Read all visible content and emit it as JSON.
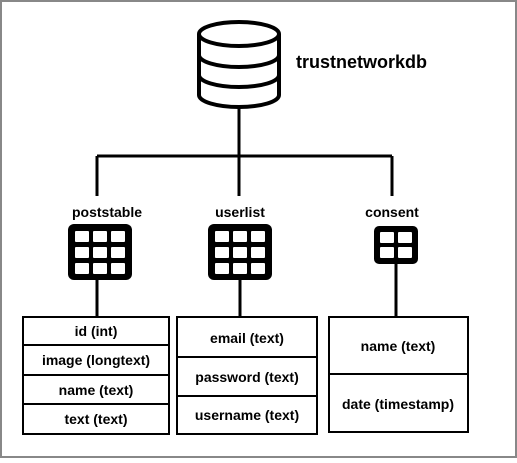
{
  "database": {
    "name": "trustnetworkdb",
    "icon": "database-cylinder-icon"
  },
  "tables": [
    {
      "name": "poststable",
      "icon": "table-grid-icon",
      "columns": [
        "id (int)",
        "image (longtext)",
        "name (text)",
        "text (text)"
      ]
    },
    {
      "name": "userlist",
      "icon": "table-grid-icon",
      "columns": [
        "email (text)",
        "password (text)",
        "username (text)"
      ]
    },
    {
      "name": "consent",
      "icon": "table-grid-icon",
      "columns": [
        "name (text)",
        "date (timestamp)"
      ]
    }
  ],
  "colors": {
    "stroke": "#000000",
    "background": "#ffffff",
    "frame": "#888888"
  }
}
